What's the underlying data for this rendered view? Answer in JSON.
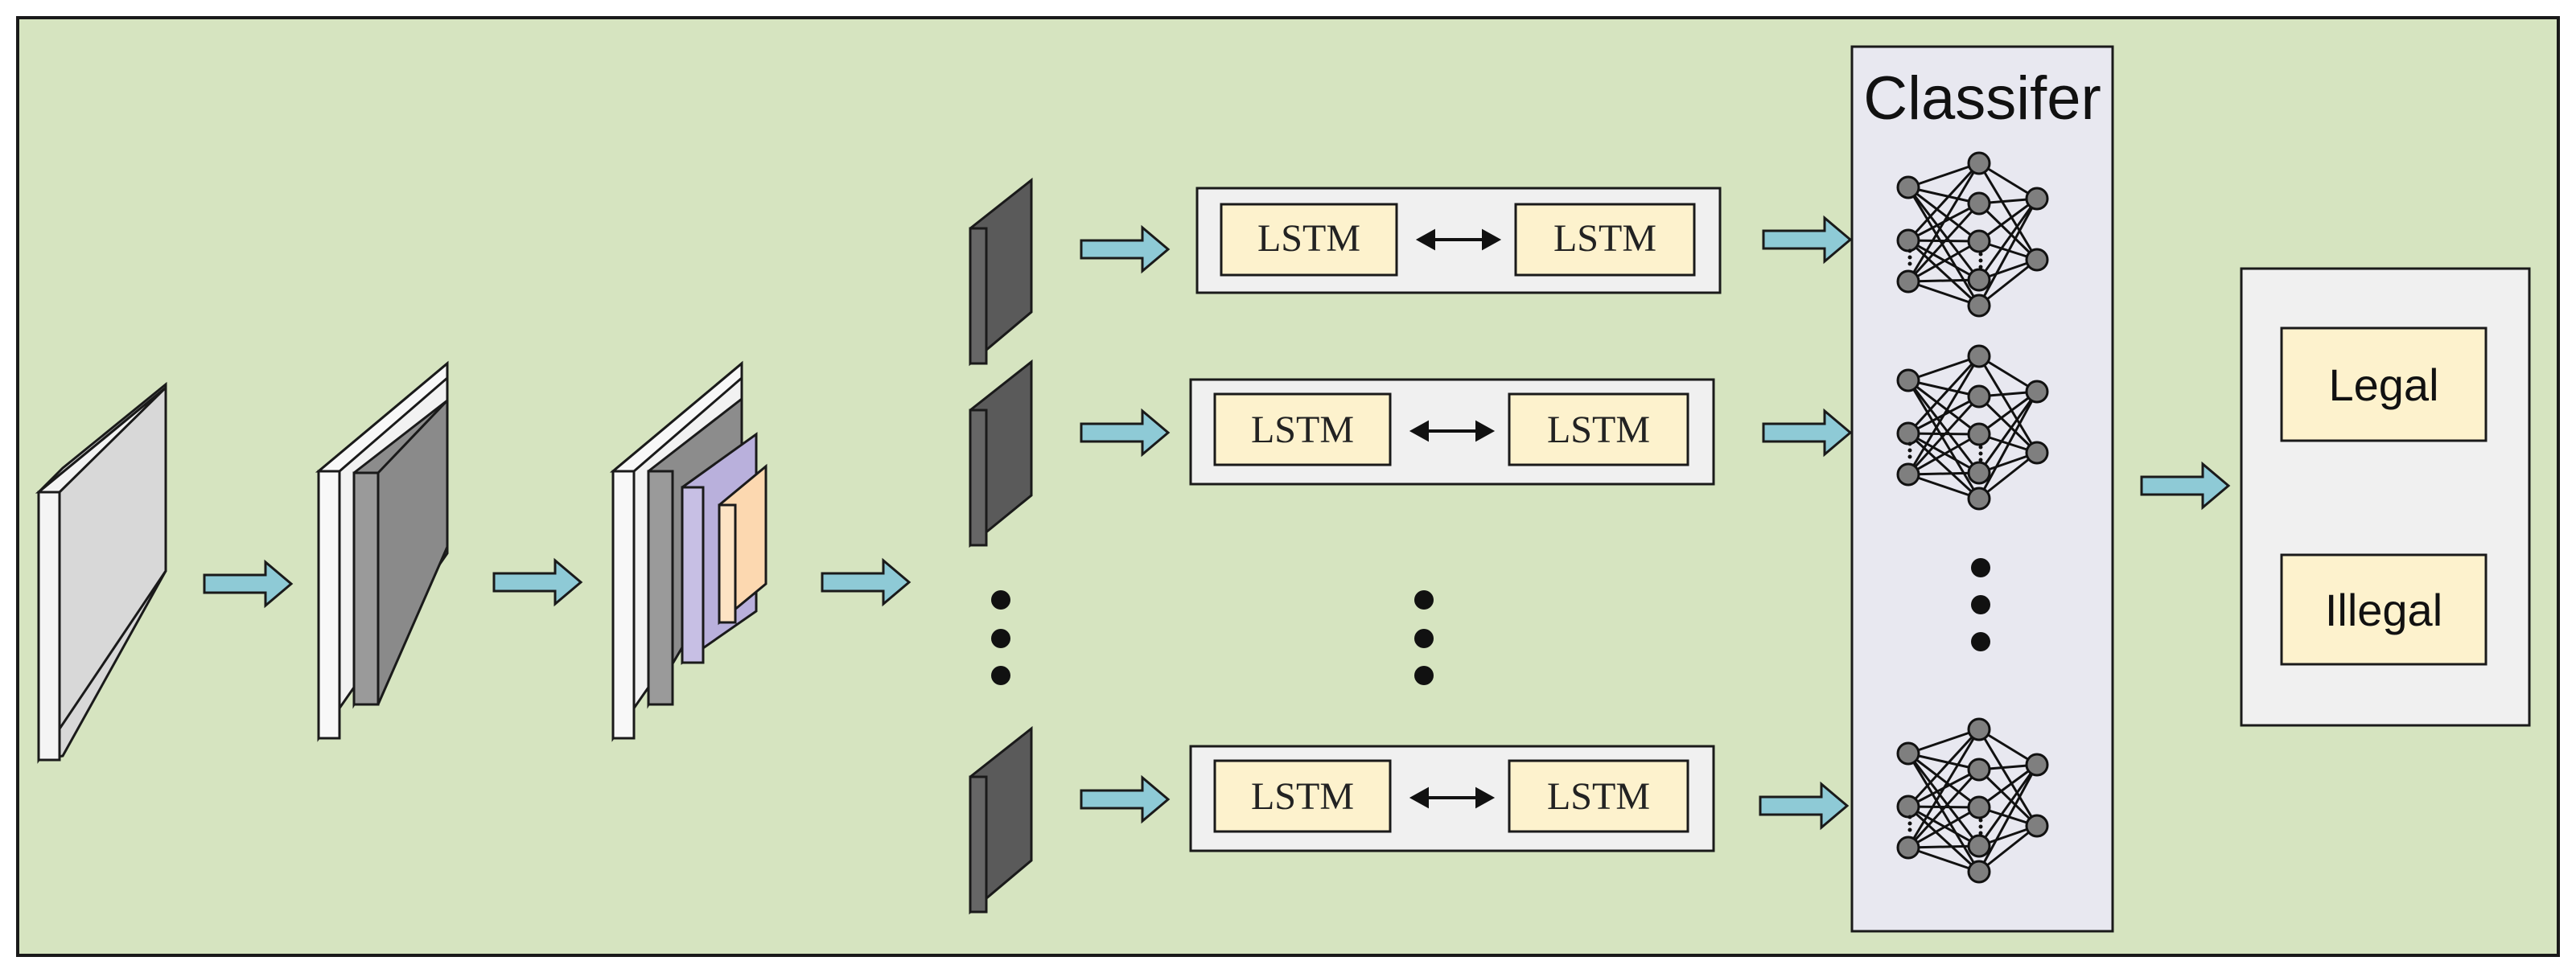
{
  "classifier": {
    "title": "Classifer"
  },
  "lstm_rows": [
    {
      "left": "LSTM",
      "right": "LSTM"
    },
    {
      "left": "LSTM",
      "right": "LSTM"
    },
    {
      "left": "LSTM",
      "right": "LSTM"
    }
  ],
  "outputs": {
    "legal": "Legal",
    "illegal": "Illegal"
  },
  "colors": {
    "background": "#d6e4c0",
    "arrow_fill": "#8ecad6",
    "lstm_cell": "#fdf2cd",
    "panel": "#f0f0f0",
    "classifier_panel": "#e8e8f0",
    "feature_dark": "#5a5a5a",
    "feature_mid": "#8c8c8c",
    "purple_map": "#b9b0dc",
    "orange_map": "#fcd8b0",
    "node": "#7f7f7f"
  }
}
